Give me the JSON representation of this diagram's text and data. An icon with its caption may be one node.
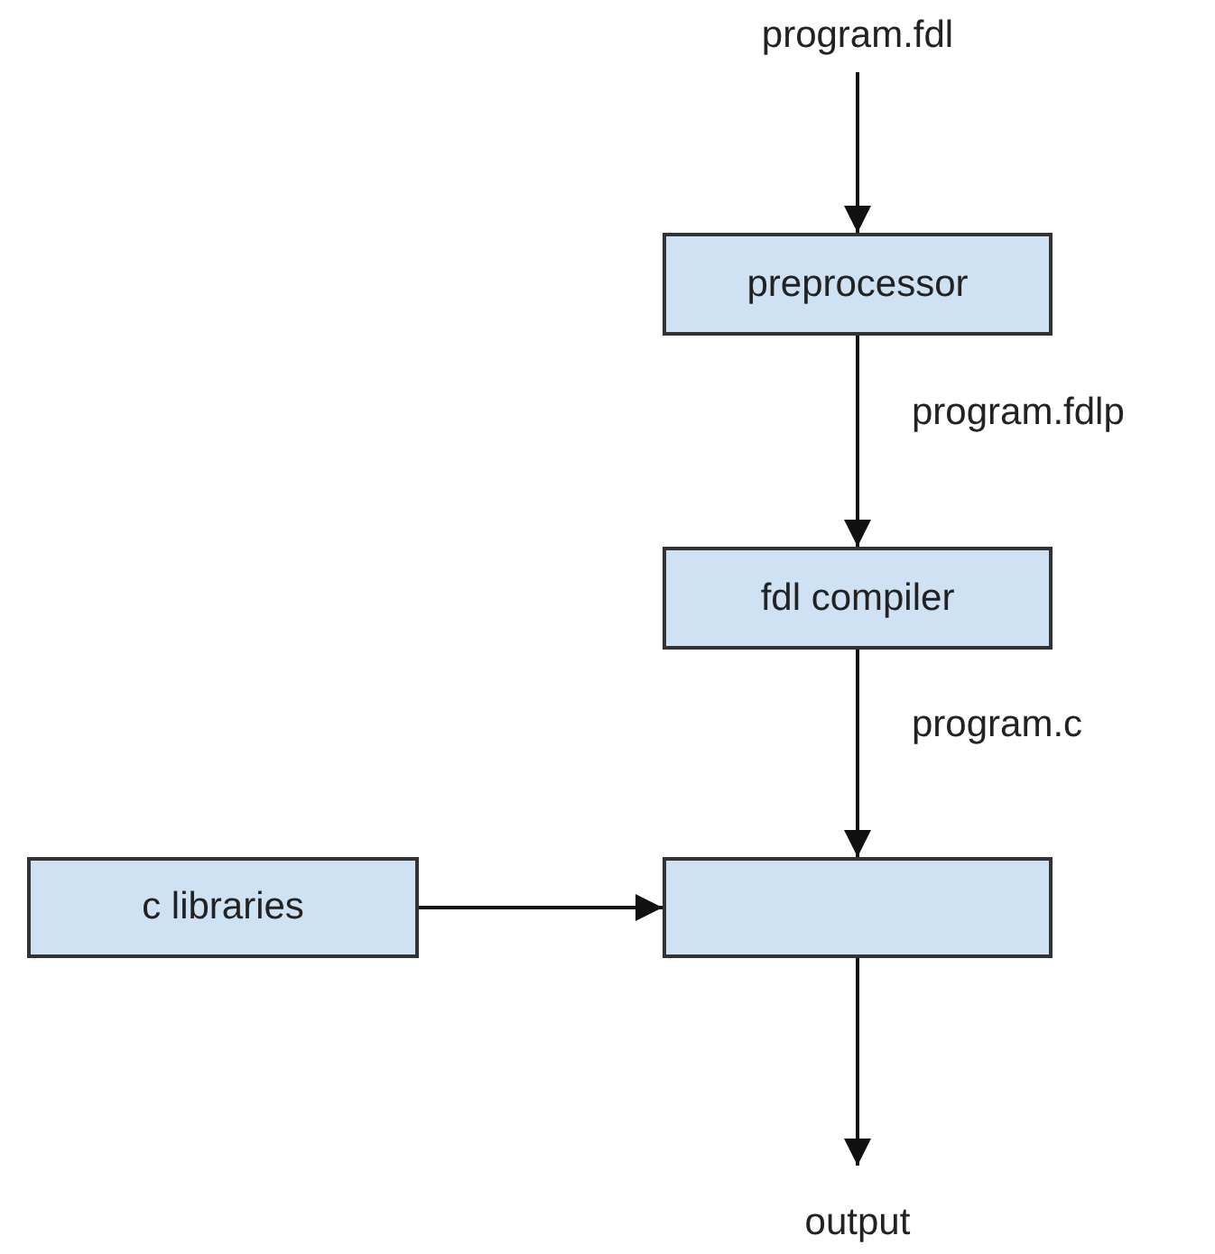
{
  "diagram": {
    "nodes": [
      {
        "text": [
          "program.fdl"
        ]
      },
      {
        "text": [
          "preprocessor"
        ]
      },
      {
        "text": [
          "fdl compiler"
        ]
      },
      {
        "text": [
          "c libraries"
        ]
      },
      {
        "text": [],
        "shape": "box"
      },
      {
        "text": [
          "output"
        ]
      }
    ],
    "edges": [
      {
        "from": 0,
        "to": 1,
        "arrow": "to"
      },
      {
        "from": 1,
        "to": 2,
        "arrow": "to",
        "label": "program.fdlp"
      },
      {
        "from": 2,
        "to": 4,
        "arrow": "to",
        "label": "program.c"
      },
      {
        "from": 3,
        "to": 4,
        "arrow": "to"
      },
      {
        "from": 4,
        "to": 5,
        "arrow": "to"
      }
    ]
  }
}
